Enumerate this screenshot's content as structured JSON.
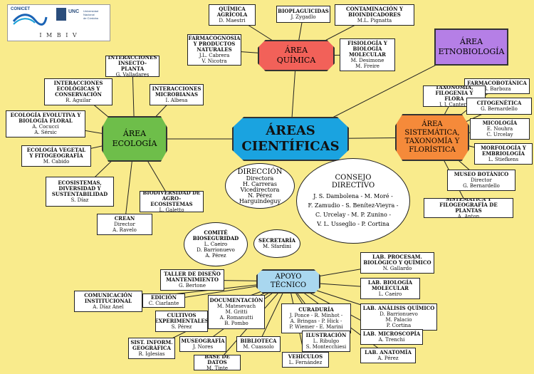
{
  "logos": {
    "conicet": "CONICET",
    "unc_line1": "Universidad",
    "unc_line2": "Nacional",
    "unc_line3": "de Córdoba",
    "unc_abbr": "UNC",
    "imbiv": "I M B I V"
  },
  "center": {
    "title": "ÁREAS\nCIENTÍFICAS"
  },
  "areas": {
    "quimica": "ÁREA\nQUÍMICA",
    "etno": "ÁREA\nETNOBIOLOGÍA",
    "ecologia": "ÁREA\nECOLOGÍA",
    "sistematica": "ÁREA\nSISTEMÁTICA,\nTAXONOMÍA Y\nFLORÍSTICA",
    "apoyo": "APOYO\nTÉCNICO"
  },
  "direccion": {
    "title": "DIRECCIÓN",
    "body": "Directora\nH. Carreras\nVicedirectora\nN. Pérez\nHarguindeguy"
  },
  "consejo": {
    "title": "CONSEJO\nDIRECTIVO",
    "body": "J. S. Dambolena - M. Moré -\nF. Zamudio - S. Benítez-Vieyra -\nC. Urcelay - M. P. Zunino -\nV. L. Usseglio - P. Cortina"
  },
  "comite": {
    "title": "COMITÉ\nBIOSEGURIDAD",
    "body": "L. Caeiro\nD. Barrionuevo\nA. Pérez"
  },
  "secretaria": {
    "title": "SECRETARÍA",
    "body": "M. Sfardini"
  },
  "boxes": [
    {
      "id": "qagri",
      "t": "QUÍMICA\nAGRÍCOLA",
      "p": "D. Maestri"
    },
    {
      "id": "bioplag",
      "t": "BIOPLAGUICIDAS",
      "p": "J. Zygadlo"
    },
    {
      "id": "contam",
      "t": "CONTAMINACIÓN Y\nBIOINDICADORES",
      "p": "M.L. Pignatta"
    },
    {
      "id": "farmacog",
      "t": "FARMACOGNOSIA\nY PRODUCTOS\nNATURALES",
      "p": "J.L. Cabrera\nV. Nicotra"
    },
    {
      "id": "fisio",
      "t": "FISIOLOGÍA Y\nBIOLOGÍA\nMOLECULAR",
      "p": "M. Desimone\nM. Freire"
    },
    {
      "id": "ins",
      "t": "INTERACCIONES\nINSECTO-PLANTA",
      "p": "G. Valladares"
    },
    {
      "id": "ecocons",
      "t": "INTERACCIONES\nECOLÓGICAS Y\nCONSERVACIÓN",
      "p": "R. Aguilar"
    },
    {
      "id": "micro",
      "t": "INTERACCIONES\nMICROBIANAS",
      "p": "I. Albesa"
    },
    {
      "id": "evol",
      "t": "ECOLOGÍA EVOLUTIVA Y\nBIOLOGÍA FLORAL",
      "p": "A. Cocucci\nA. Sérsic"
    },
    {
      "id": "fito",
      "t": "ECOLOGÍA VEGETAL\nY FITOGEOGRAFÍA",
      "p": "M. Cabido"
    },
    {
      "id": "ecosis",
      "t": "ECOSISTEMAS,\nDIVERSIDAD Y\nSUSTENTABILIDAD",
      "p": "S. Díaz"
    },
    {
      "id": "agro",
      "t": "BIODIVERSIDAD DE\nAGRO-ECOSISTEMAS",
      "p": "L. Galetto"
    },
    {
      "id": "crean",
      "t": "CREAN",
      "p": "Director\nA. Ravelo"
    },
    {
      "id": "farmabot",
      "t": "FARMACOBOTÁNICA",
      "p": "G. Barboza"
    },
    {
      "id": "taxo",
      "t": "TAXONOMÍA,\nFILOGENIA Y FLORA",
      "p": "J. J. Cantero"
    },
    {
      "id": "cito",
      "t": "CITOGENÉTICA",
      "p": "G. Bernardello"
    },
    {
      "id": "mico",
      "t": "MICOLOGÍA",
      "p": "E. Nouhra\nC. Urcelay"
    },
    {
      "id": "morfo",
      "t": "MORFOLOGÍA Y\nEMBRIOLOGÍA",
      "p": "L. Stiefkens"
    },
    {
      "id": "museo",
      "t": "MUSEO BOTÁNICO",
      "p": "Director\nG. Bernardello"
    },
    {
      "id": "sistfito",
      "t": "SISTEMÁTICA Y\nFILOGEOGRAFÍA DE PLANTAS",
      "p": "A. Anton"
    },
    {
      "id": "taller",
      "t": "TALLER DE DISEÑO\nMANTENIMIENTO",
      "p": "G. Bertone"
    },
    {
      "id": "comunic",
      "t": "COMUNICACIÓN\nINSTITUCIONAL",
      "p": "A. Díaz Anel"
    },
    {
      "id": "edicion",
      "t": "EDICIÓN",
      "p": "C. Ciarlante"
    },
    {
      "id": "doc",
      "t": "DOCUMENTACIÓN",
      "p": "M. Matesevach\nM. Gritti\nA. Romanutti\nB. Pombo"
    },
    {
      "id": "cultivos",
      "t": "CULTIVOS\nEXPERIMENTALES",
      "p": "S. Pérez"
    },
    {
      "id": "sig",
      "t": "SIST. INFORM.\nGEOGRÁFICA",
      "p": "R. Iglesias"
    },
    {
      "id": "museog",
      "t": "MUSEOGRAFÍA",
      "p": "J. Nores"
    },
    {
      "id": "biblio",
      "t": "BIBLIOTECA",
      "p": "M. Cuassolo"
    },
    {
      "id": "bdatos",
      "t": "BASE DE DATOS",
      "p": "M. Tinte"
    },
    {
      "id": "vehic",
      "t": "VEHÍCULOS",
      "p": "L. Fernández"
    },
    {
      "id": "curad",
      "t": "CURADURÍA",
      "p": "J. Ponce - R. Minhot -\nA. Bringas - P. Hick -\nP. Wiemer - E. Marini"
    },
    {
      "id": "ilust",
      "t": "ILUSTRACIÓN",
      "p": "L. Ribulgo\nS. Montecchiesi"
    },
    {
      "id": "labproc",
      "t": "LAB. PROCESAM.\nBIOLÓGICO Y QUÍMICO",
      "p": "N. Gallardo"
    },
    {
      "id": "labbio",
      "t": "LAB. BIOLOGÍA\nMOLECULAR",
      "p": "L. Caeiro"
    },
    {
      "id": "labanal",
      "t": "LAB. ANÁLISIS QUÍMICO",
      "p": "D. Barrionuevo\nM. Palacio\nP. Cortina"
    },
    {
      "id": "labmicro",
      "t": "LAB. MICROSCOPÍA",
      "p": "A. Trenchi"
    },
    {
      "id": "labanat",
      "t": "LAB. ANATOMÍA",
      "p": "A. Pérez"
    }
  ],
  "colors": {
    "background": "#f9eb8c",
    "center": "#1aa3e0",
    "quimica": "#f26159",
    "etno": "#b57fe6",
    "ecologia": "#6ebe4a",
    "sistematica": "#f58a3a",
    "apoyo": "#a9d7ef"
  }
}
